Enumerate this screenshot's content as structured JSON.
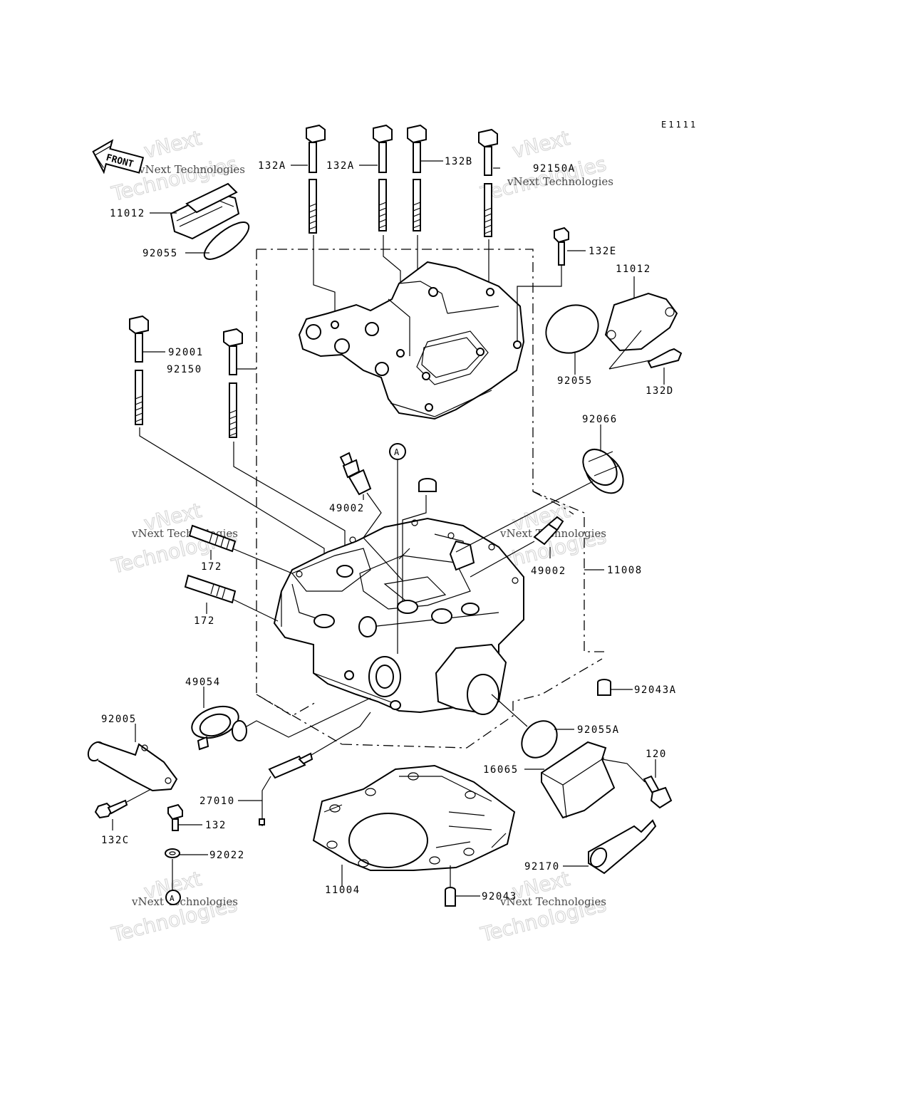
{
  "diagram_code": "E1111",
  "front_label": "FRONT",
  "callout_A": "A",
  "watermark": {
    "line1": "vNext Technologies",
    "line2": "vNext",
    "line3": "Technologies"
  },
  "labels": {
    "p132A_1": "132A",
    "p132A_2": "132A",
    "p132B": "132B",
    "p92150A": "92150A",
    "p11012_left": "11012",
    "p92055_left": "92055",
    "p132E": "132E",
    "p11012_right": "11012",
    "p92055_right": "92055",
    "p132D": "132D",
    "p92001": "92001",
    "p92150": "92150",
    "p92066": "92066",
    "p49002_left": "49002",
    "p172_top": "172",
    "p172_bottom": "172",
    "p49002_right": "49002",
    "p11008": "11008",
    "p92043A": "92043A",
    "p49054": "49054",
    "p92005": "92005",
    "p92055A": "92055A",
    "p120": "120",
    "p16065": "16065",
    "p27010": "27010",
    "p132": "132",
    "p132C": "132C",
    "p92022": "92022",
    "p11004": "11004",
    "p92170": "92170",
    "p92043": "92043"
  }
}
